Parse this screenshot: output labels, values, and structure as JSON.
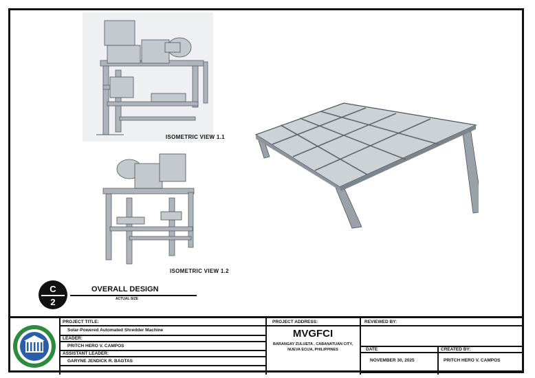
{
  "views": {
    "iso1_label": "ISOMETRIC VIEW 1.1",
    "iso2_label": "ISOMETRIC VIEW 1.2"
  },
  "sheet_marker": {
    "top": "C",
    "bottom": "2"
  },
  "overall": {
    "title": "OVERALL DESIGN",
    "subtitle": "ACTUAL SIZE"
  },
  "title_block": {
    "project_title_label": "PROJECT TITLE:",
    "project_title": "Solar-Powered Automated Shredder Machine",
    "leader_label": "LEADER:",
    "leader": "PRITCH HERO V. CAMPOS",
    "assistant_label": "ASSISTANT LEADER:",
    "assistant": "GARYNE JENDICK R. BAGTAS",
    "address_label": "PROJECT ADDRESS:",
    "org": "MVGFCI",
    "address": "BARANGAY ZULUETA , CABANATUAN CITY, NUEVA ECIJA, PHILIPPINES",
    "reviewed_label": "REVIEWED BY:",
    "reviewed": "",
    "date_label": "DATE",
    "date": "NOVEMBER 30, 2025",
    "created_label": "CREATED BY:",
    "created": "PRITCH HERO V. CAMPOS"
  },
  "colors": {
    "frame": "#111111",
    "steel": "#aeb4ba",
    "panel": "#c9ced3",
    "seal_green": "#2e8b3e",
    "seal_blue": "#2a5ea8"
  }
}
